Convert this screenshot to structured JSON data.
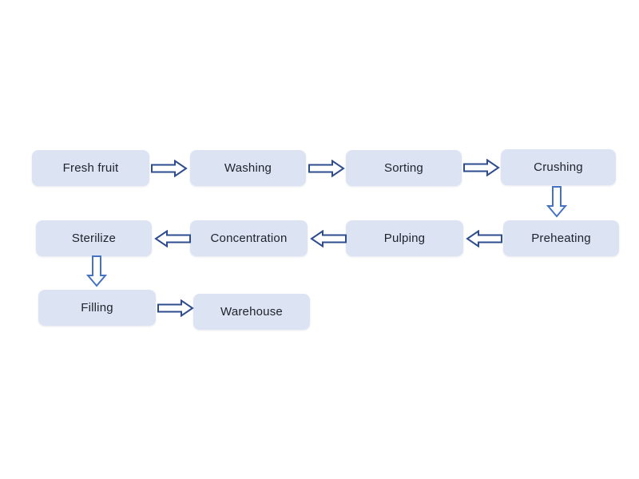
{
  "diagram": {
    "type": "flowchart",
    "background": "#ffffff"
  },
  "colors": {
    "box_fill": "#dce3f2",
    "box_text": "#20242e",
    "arrow_fill": "#ffffff",
    "arrow_outline_horizontal": "#2e4d8e",
    "arrow_outline_vertical": "#4472c4"
  },
  "nodes": [
    {
      "id": "fresh-fruit",
      "label": "Fresh fruit"
    },
    {
      "id": "washing",
      "label": "Washing"
    },
    {
      "id": "sorting",
      "label": "Sorting"
    },
    {
      "id": "crushing",
      "label": "Crushing"
    },
    {
      "id": "preheating",
      "label": "Preheating"
    },
    {
      "id": "pulping",
      "label": "Pulping"
    },
    {
      "id": "concentration",
      "label": "Concentration"
    },
    {
      "id": "sterilize",
      "label": "Sterilize"
    },
    {
      "id": "filling",
      "label": "Filling"
    },
    {
      "id": "warehouse",
      "label": "Warehouse"
    }
  ],
  "edges": [
    {
      "from": "fresh-fruit",
      "to": "washing",
      "direction": "right"
    },
    {
      "from": "washing",
      "to": "sorting",
      "direction": "right"
    },
    {
      "from": "sorting",
      "to": "crushing",
      "direction": "right"
    },
    {
      "from": "crushing",
      "to": "preheating",
      "direction": "down"
    },
    {
      "from": "preheating",
      "to": "pulping",
      "direction": "left"
    },
    {
      "from": "pulping",
      "to": "concentration",
      "direction": "left"
    },
    {
      "from": "concentration",
      "to": "sterilize",
      "direction": "left"
    },
    {
      "from": "sterilize",
      "to": "filling",
      "direction": "down"
    },
    {
      "from": "filling",
      "to": "warehouse",
      "direction": "right"
    }
  ]
}
